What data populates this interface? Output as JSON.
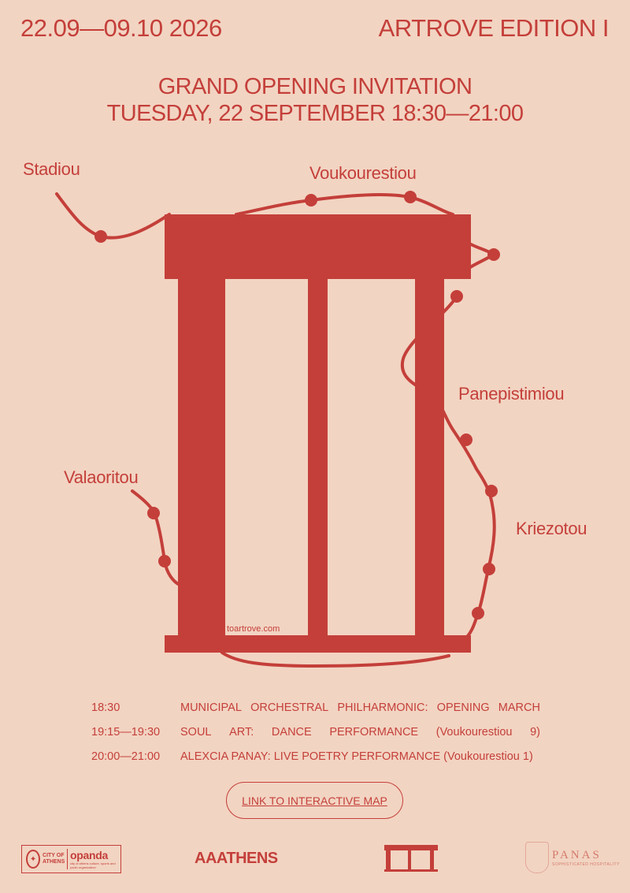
{
  "header": {
    "dates": "22.09—09.10 2026",
    "edition": "ARTROVE EDITION I"
  },
  "invitation": {
    "title": "GRAND OPENING INVITATION",
    "datetime": "TUESDAY, 22 SEPTEMBER  18:30—21:00"
  },
  "map": {
    "streets": {
      "stadiou": "Stadiou",
      "voukourestiou": "Voukourestiou",
      "panepistimiou": "Panepistimiou",
      "valaoritou": "Valaoritou",
      "kriezotou": "Kriezotou"
    },
    "url": "toartrove.com"
  },
  "program": [
    {
      "time": "18:30",
      "words": [
        "MUNICIPAL",
        "ORCHESTRAL",
        "PHILHARMONIC:",
        "OPENING",
        "MARCH"
      ]
    },
    {
      "time": "19:15—19:30",
      "words": [
        "SOUL",
        "ART:",
        "DANCE",
        "PERFORMANCE",
        "(Voukourestiou",
        "9)"
      ]
    },
    {
      "time": "20:00—21:00",
      "text": "ALEXCIA PANAY: LIVE POETRY PERFORMANCE (Voukourestiou 1)"
    }
  ],
  "cta": {
    "label": "LINK TO INTERACTIVE MAP"
  },
  "footer": {
    "city": "CITY OF ATHENS",
    "opanda": "opanda",
    "opanda_sub": "city of athens culture, sports and youth organization",
    "aaathens": "AAATHENS",
    "panas": "PANAS",
    "panas_tag": "SOPHISTICATED HOSPITALITY"
  },
  "colors": {
    "background": "#f2d4c2",
    "accent": "#c43f3a"
  }
}
